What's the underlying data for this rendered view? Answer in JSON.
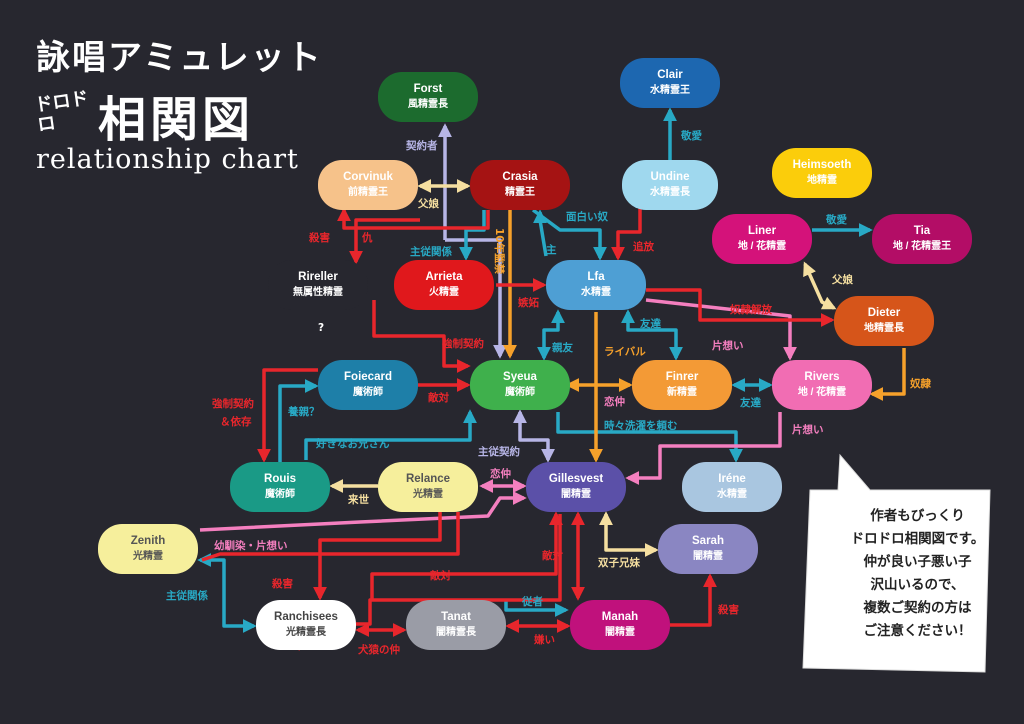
{
  "header": {
    "title": "詠唱アミュレット",
    "doro": "ドロドロ",
    "heading": "相関図",
    "subtitle": "relationship chart"
  },
  "note": {
    "lines": [
      "作者もびっくり",
      "ドロドロ相関図です。",
      "仲が良い子悪い子",
      "沢山いるので、",
      "複数ご契約の方は",
      "ご注意ください！"
    ]
  },
  "colors": {
    "background": "#27272f",
    "red": "#e8262c",
    "blue": "#28a9c5",
    "orange": "#f6a12b",
    "pink": "#f47fbf",
    "lavender": "#b7b5e6",
    "cream": "#f5dfa0"
  },
  "nodes": [
    {
      "id": "forst",
      "name": "Forst",
      "role": "風精霊長",
      "fill": "#1c6b2e",
      "text": "#ffffff"
    },
    {
      "id": "clair",
      "name": "Clair",
      "role": "水精霊王",
      "fill": "#1d67b0",
      "text": "#ffffff"
    },
    {
      "id": "corvinuk",
      "name": "Corvinuk",
      "role": "前精霊王",
      "fill": "#f6c28a",
      "text": "#ffffff"
    },
    {
      "id": "crasia",
      "name": "Crasia",
      "role": "精霊王",
      "fill": "#a51313",
      "text": "#ffffff"
    },
    {
      "id": "undine",
      "name": "Undine",
      "role": "水精霊長",
      "fill": "#9fd8ee",
      "text": "#ffffff"
    },
    {
      "id": "heimsoeth",
      "name": "Heimsoeth",
      "role": "地精霊",
      "fill": "#fbcd0b",
      "text": "#ffffff"
    },
    {
      "id": "liner",
      "name": "Liner",
      "role": "地 / 花精霊",
      "fill": "#d4127a",
      "text": "#ffffff"
    },
    {
      "id": "tia",
      "name": "Tia",
      "role": "地 / 花精霊王",
      "fill": "#b30d66",
      "text": "#ffffff"
    },
    {
      "id": "rireller",
      "name": "Rireller",
      "role": "無属性精霊",
      "fill": "#27272f",
      "text": "#ffffff"
    },
    {
      "id": "arrieta",
      "name": "Arrieta",
      "role": "火精霊",
      "fill": "#e0181c",
      "text": "#ffffff"
    },
    {
      "id": "lfa",
      "name": "Lfa",
      "role": "水精霊",
      "fill": "#4e9fd4",
      "text": "#ffffff"
    },
    {
      "id": "dieter",
      "name": "Dieter",
      "role": "地精霊長",
      "fill": "#d6551a",
      "text": "#ffffff"
    },
    {
      "id": "foiecard",
      "name": "Foiecard",
      "role": "魔術師",
      "fill": "#1e7fa8",
      "text": "#ffffff"
    },
    {
      "id": "syeua",
      "name": "Syeua",
      "role": "魔術師",
      "fill": "#3fb04c",
      "text": "#ffffff"
    },
    {
      "id": "finrer",
      "name": "Finrer",
      "role": "新精霊",
      "fill": "#f39a36",
      "text": "#ffffff"
    },
    {
      "id": "rivers",
      "name": "Rivers",
      "role": "地 / 花精霊",
      "fill": "#f16db3",
      "text": "#ffffff"
    },
    {
      "id": "rouis",
      "name": "Rouis",
      "role": "魔術師",
      "fill": "#1a9a86",
      "text": "#ffffff"
    },
    {
      "id": "relance",
      "name": "Relance",
      "role": "光精霊",
      "fill": "#f6ef9c",
      "text": "#555555"
    },
    {
      "id": "gillesvest",
      "name": "Gillesvest",
      "role": "闇精霊",
      "fill": "#5b50a8",
      "text": "#ffffff"
    },
    {
      "id": "irene",
      "name": "Iréne",
      "role": "水精霊",
      "fill": "#a9c6e0",
      "text": "#ffffff"
    },
    {
      "id": "zenith",
      "name": "Zenith",
      "role": "光精霊",
      "fill": "#f6ef9c",
      "text": "#555555"
    },
    {
      "id": "sarah",
      "name": "Sarah",
      "role": "闇精霊",
      "fill": "#8a86c2",
      "text": "#ffffff"
    },
    {
      "id": "ranchisees",
      "name": "Ranchisees",
      "role": "光精霊長",
      "fill": "#ffffff",
      "text": "#444444"
    },
    {
      "id": "tanat",
      "name": "Tanat",
      "role": "闇精霊長",
      "fill": "#9a9ca6",
      "text": "#ffffff"
    },
    {
      "id": "manah",
      "name": "Manah",
      "role": "闇精霊",
      "fill": "#c0117c",
      "text": "#ffffff"
    }
  ],
  "labels": [
    {
      "id": "keiyakusha",
      "text": "契約者",
      "color": "#b7b5e6"
    },
    {
      "id": "keiai1",
      "text": "敬愛",
      "color": "#28a9c5"
    },
    {
      "id": "fujo",
      "text": "父娘",
      "color": "#f5dfa0"
    },
    {
      "id": "satsugai1",
      "text": "殺害",
      "color": "#e8262c"
    },
    {
      "id": "ada",
      "text": "仇",
      "color": "#e8262c"
    },
    {
      "id": "omoshiroi",
      "text": "面白い奴",
      "color": "#28a9c5"
    },
    {
      "id": "tsuiho",
      "text": "追放",
      "color": "#e8262c"
    },
    {
      "id": "keiai2",
      "text": "敬愛",
      "color": "#28a9c5"
    },
    {
      "id": "shujuu1",
      "text": "主従関係",
      "color": "#28a9c5"
    },
    {
      "id": "kanzoku",
      "text": "10年監禁",
      "color": "#f6a12b"
    },
    {
      "id": "shu",
      "text": "主",
      "color": "#28a9c5"
    },
    {
      "id": "fujo2",
      "text": "父娘",
      "color": "#f5dfa0"
    },
    {
      "id": "shitto",
      "text": "嫉妬",
      "color": "#e8262c"
    },
    {
      "id": "dorei_kaiho",
      "text": "奴隷解放",
      "color": "#e8262c"
    },
    {
      "id": "question",
      "text": "?",
      "color": "#ffffff"
    },
    {
      "id": "kyosei1",
      "text": "強制契約",
      "color": "#e8262c"
    },
    {
      "id": "tomodachi1",
      "text": "友達",
      "color": "#28a9c5"
    },
    {
      "id": "shinyu",
      "text": "親友",
      "color": "#28a9c5"
    },
    {
      "id": "rival",
      "text": "ライバル",
      "color": "#f6a12b"
    },
    {
      "id": "kataomoi1",
      "text": "片想い",
      "color": "#f47fbf"
    },
    {
      "id": "dorei",
      "text": "奴隷",
      "color": "#f6a12b"
    },
    {
      "id": "kyosei2",
      "text": "強制契約",
      "color": "#e8262c"
    },
    {
      "id": "izon",
      "text": "＆依存",
      "color": "#e8262c"
    },
    {
      "id": "yoshin",
      "text": "養親？",
      "color": "#28a9c5"
    },
    {
      "id": "tekitai1",
      "text": "敵対",
      "color": "#e8262c"
    },
    {
      "id": "koinaka1",
      "text": "恋仲",
      "color": "#f47fbf"
    },
    {
      "id": "tomodachi2",
      "text": "友達",
      "color": "#28a9c5"
    },
    {
      "id": "senrei",
      "text": "時々洗濯を頼む",
      "color": "#28a9c5"
    },
    {
      "id": "oniisan",
      "text": "好きなお兄さん",
      "color": "#28a9c5"
    },
    {
      "id": "shujuu_keiyaku",
      "text": "主従契約",
      "color": "#b7b5e6"
    },
    {
      "id": "kataomoi2",
      "text": "片想い",
      "color": "#f47fbf"
    },
    {
      "id": "koinaka2",
      "text": "恋仲",
      "color": "#f47fbf"
    },
    {
      "id": "raise",
      "text": "来世",
      "color": "#f5dfa0"
    },
    {
      "id": "osananajimi",
      "text": "幼馴染・片想い",
      "color": "#f47fbf"
    },
    {
      "id": "tekitai2",
      "text": "敵対",
      "color": "#e8262c"
    },
    {
      "id": "futago",
      "text": "双子兄妹",
      "color": "#f5dfa0"
    },
    {
      "id": "satsugai2",
      "text": "殺害",
      "color": "#e8262c"
    },
    {
      "id": "tekitai3",
      "text": "敵対",
      "color": "#e8262c"
    },
    {
      "id": "shujuu2",
      "text": "主従関係",
      "color": "#28a9c5"
    },
    {
      "id": "jusha",
      "text": "従者",
      "color": "#28a9c5"
    },
    {
      "id": "satsugai3",
      "text": "殺害",
      "color": "#e8262c"
    },
    {
      "id": "kenen",
      "text": "犬猿の仲",
      "color": "#e8262c"
    },
    {
      "id": "kirai",
      "text": "嫌い",
      "color": "#e8262c"
    }
  ]
}
